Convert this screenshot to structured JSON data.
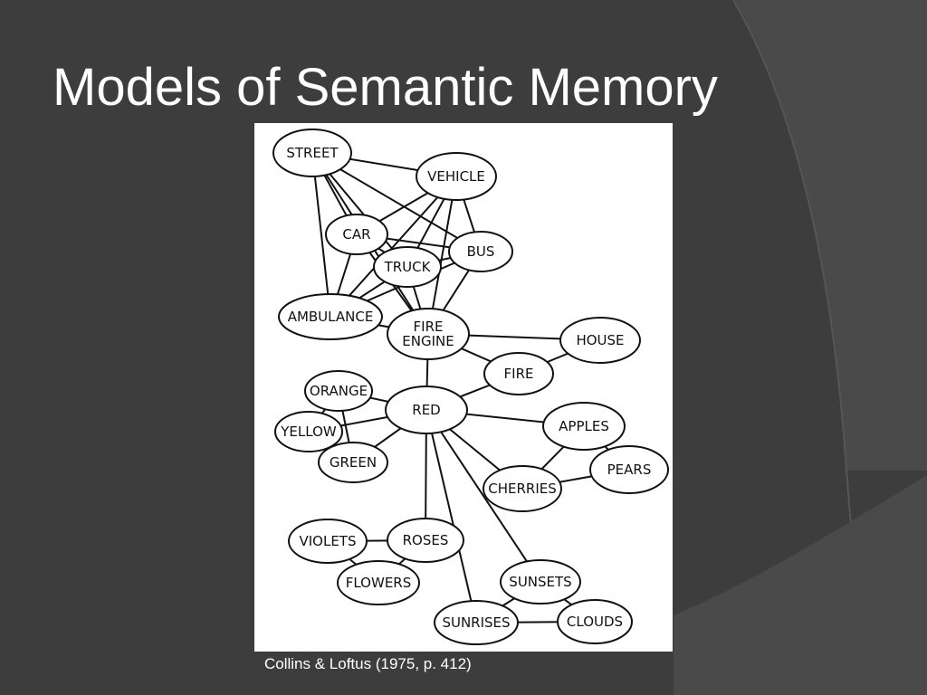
{
  "slide": {
    "title": "Models of Semantic Memory",
    "caption": "Collins & Loftus (1975, p. 412)"
  },
  "colors": {
    "background": "#3d3d3d",
    "background_curve": "#4a4a4a",
    "title_text": "#ffffff",
    "figure_background": "#ffffff",
    "diagram_ink": "#111111"
  },
  "diagram": {
    "nodes": [
      {
        "id": "street",
        "label": "STREET"
      },
      {
        "id": "vehicle",
        "label": "VEHICLE"
      },
      {
        "id": "car",
        "label": "CAR"
      },
      {
        "id": "bus",
        "label": "BUS"
      },
      {
        "id": "truck",
        "label": "TRUCK"
      },
      {
        "id": "ambulance",
        "label": "AMBULANCE"
      },
      {
        "id": "fire_engine",
        "label": "FIRE ENGINE"
      },
      {
        "id": "house",
        "label": "HOUSE"
      },
      {
        "id": "fire",
        "label": "FIRE"
      },
      {
        "id": "orange",
        "label": "ORANGE"
      },
      {
        "id": "red",
        "label": "RED"
      },
      {
        "id": "yellow",
        "label": "YELLOW"
      },
      {
        "id": "apples",
        "label": "APPLES"
      },
      {
        "id": "green",
        "label": "GREEN"
      },
      {
        "id": "pears",
        "label": "PEARS"
      },
      {
        "id": "cherries",
        "label": "CHERRIES"
      },
      {
        "id": "violets",
        "label": "VIOLETS"
      },
      {
        "id": "roses",
        "label": "ROSES"
      },
      {
        "id": "flowers",
        "label": "FLOWERS"
      },
      {
        "id": "sunsets",
        "label": "SUNSETS"
      },
      {
        "id": "sunrises",
        "label": "SUNRISES"
      },
      {
        "id": "clouds",
        "label": "CLOUDS"
      }
    ],
    "edges": [
      [
        "street",
        "vehicle"
      ],
      [
        "street",
        "car"
      ],
      [
        "street",
        "truck"
      ],
      [
        "street",
        "bus"
      ],
      [
        "street",
        "ambulance"
      ],
      [
        "street",
        "fire_engine"
      ],
      [
        "vehicle",
        "car"
      ],
      [
        "vehicle",
        "truck"
      ],
      [
        "vehicle",
        "bus"
      ],
      [
        "vehicle",
        "ambulance"
      ],
      [
        "vehicle",
        "fire_engine"
      ],
      [
        "car",
        "bus"
      ],
      [
        "car",
        "truck"
      ],
      [
        "car",
        "ambulance"
      ],
      [
        "car",
        "fire_engine"
      ],
      [
        "truck",
        "bus"
      ],
      [
        "truck",
        "ambulance"
      ],
      [
        "truck",
        "fire_engine"
      ],
      [
        "bus",
        "ambulance"
      ],
      [
        "bus",
        "fire_engine"
      ],
      [
        "ambulance",
        "fire_engine"
      ],
      [
        "fire_engine",
        "house"
      ],
      [
        "fire_engine",
        "fire"
      ],
      [
        "fire_engine",
        "red"
      ],
      [
        "house",
        "fire"
      ],
      [
        "fire",
        "red"
      ],
      [
        "red",
        "orange"
      ],
      [
        "red",
        "yellow"
      ],
      [
        "red",
        "green"
      ],
      [
        "red",
        "apples"
      ],
      [
        "red",
        "cherries"
      ],
      [
        "red",
        "roses"
      ],
      [
        "red",
        "sunsets"
      ],
      [
        "red",
        "sunrises"
      ],
      [
        "orange",
        "yellow"
      ],
      [
        "orange",
        "green"
      ],
      [
        "yellow",
        "green"
      ],
      [
        "apples",
        "cherries"
      ],
      [
        "apples",
        "pears"
      ],
      [
        "cherries",
        "pears"
      ],
      [
        "violets",
        "roses"
      ],
      [
        "violets",
        "flowers"
      ],
      [
        "roses",
        "flowers"
      ],
      [
        "sunsets",
        "sunrises"
      ],
      [
        "sunsets",
        "clouds"
      ],
      [
        "sunrises",
        "clouds"
      ]
    ]
  }
}
